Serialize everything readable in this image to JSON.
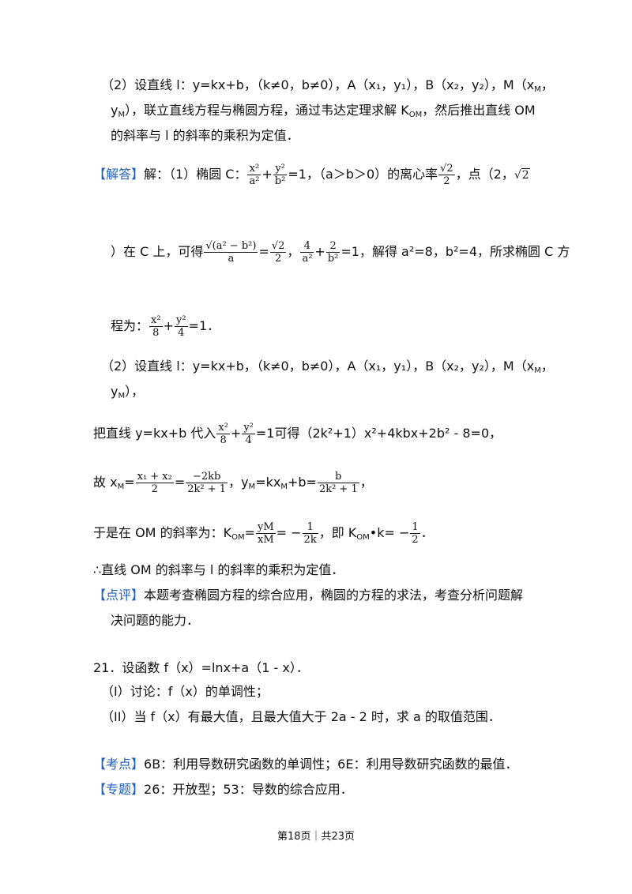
{
  "analysis2": {
    "l1": "（2）设直线 l：y=kx+b，（k≠0，b≠0），A（x₁，y₁），B（x₂，y₂），M（x",
    "l1_sub": "M",
    "l1_end": "，",
    "l2_a": "y",
    "l2_sub": "M",
    "l2_b": "），联立直线方程与椭圆方程，通过韦达定理求解 K",
    "l2_sub2": "OM",
    "l2_c": "，然后推出直线 OM",
    "l3": "的斜率与 l 的斜率的乘积为定值．"
  },
  "answer": {
    "tag": "【解答】",
    "p1_a": "解：（1）椭圆 C：",
    "p1_f1_num": "x²",
    "p1_f1_den": "a²",
    "p1_plus": "+",
    "p1_f2_num": "y²",
    "p1_f2_den": "b²",
    "p1_b": "=1，（a＞b＞0）的离心率",
    "p1_ecc_num": "√2",
    "p1_ecc_den": "2",
    "p1_c": "，点（2，",
    "p1_sqrt": "2",
    "p2_a": "）在 C 上，可得",
    "p2_f1_num": "√(a² − b²)",
    "p2_f1_den": "a",
    "p2_eq": "=",
    "p2_f2_num": "√2",
    "p2_f2_den": "2",
    "p2_comma": "，",
    "p2_f3_num": "4",
    "p2_f3_den": "a²",
    "p2_plus": "+",
    "p2_f4_num": "2",
    "p2_f4_den": "b²",
    "p2_b": "=1，解得 a²=8，b²=4，所求椭圆 C 方",
    "p3_a": "程为：",
    "p3_f1_num": "x²",
    "p3_f1_den": "8",
    "p3_plus": "+",
    "p3_f2_num": "y²",
    "p3_f2_den": "4",
    "p3_b": "=1．",
    "p4": "（2）设直线 l：y=kx+b，（k≠0，b≠0），A（x₁，y₁），B（x₂，y₂），M（x",
    "p4_sub": "M",
    "p4_end": "，",
    "p5_a": "y",
    "p5_sub": "M",
    "p5_b": "），",
    "p6_a": "把直线 y=kx+b 代入",
    "p6_f1_num": "x²",
    "p6_f1_den": "8",
    "p6_plus": "+",
    "p6_f2_num": "y²",
    "p6_f2_den": "4",
    "p6_b": "=1可得（2k²+1）x²+4kbx+2b² - 8=0，",
    "p7_a": "故 x",
    "p7_sub1": "M",
    "p7_eq1": "=",
    "p7_f1_num": "x₁ + x₂",
    "p7_f1_den": "2",
    "p7_eq2": "=",
    "p7_f2_num": "−2kb",
    "p7_f2_den": "2k² + 1",
    "p7_b": "，y",
    "p7_sub2": "M",
    "p7_c": "=kx",
    "p7_sub3": "M",
    "p7_d": "+b=",
    "p7_f3_num": "b",
    "p7_f3_den": "2k² + 1",
    "p7_e": "，",
    "p8_a": "于是在 OM 的斜率为：K",
    "p8_sub1": "OM",
    "p8_eq": "=",
    "p8_f1_num": "yM",
    "p8_f1_den": "xM",
    "p8_eq2": "= −",
    "p8_f2_num": "1",
    "p8_f2_den": "2k",
    "p8_b": "，即 K",
    "p8_sub2": "OM",
    "p8_c": "•k= −",
    "p8_f3_num": "1",
    "p8_f3_den": "2",
    "p8_d": "．",
    "p9": "∴直线 OM 的斜率与 l 的斜率的乘积为定值．"
  },
  "comment": {
    "tag": "【点评】",
    "l1": "本题考查椭圆方程的综合应用，椭圆的方程的求法，考查分析问题解",
    "l2": "决问题的能力．"
  },
  "q21": {
    "title": "21．设函数 f（x）=lnx+a（1 - x）．",
    "i": "（I）讨论：f（x）的单调性；",
    "ii": "（II）当 f（x）有最大值，且最大值大于 2a - 2 时，求 a 的取值范围．"
  },
  "kaodian": {
    "tag": "【考点】",
    "text": "6B：利用导数研究函数的单调性；6E：利用导数研究函数的最值．"
  },
  "zhuanti": {
    "tag": "【专题】",
    "text": "26：开放型；53：导数的综合应用．"
  },
  "footer": {
    "text": "第18页｜共23页"
  },
  "colors": {
    "tag": "#1f5fbf",
    "text": "#111111"
  }
}
